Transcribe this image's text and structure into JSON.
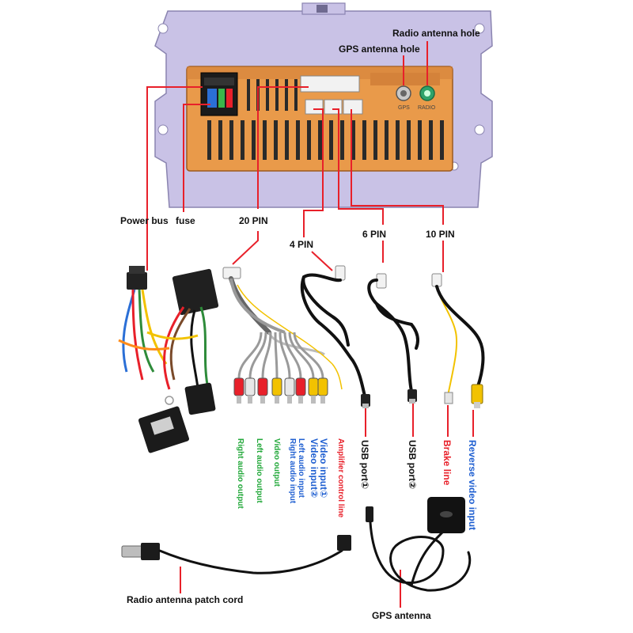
{
  "colors": {
    "leader": "#e8202a",
    "housing": "#e99a4a",
    "bracket": "#c9c2e6",
    "green_text": "#22a83a",
    "blue_text": "#1f5fd1",
    "red_text": "#e8202a"
  },
  "head_unit": {
    "radio_antenna_hole": "Radio antenna hole",
    "gps_antenna_hole": "GPS antenna hole",
    "port_gps": "GPS",
    "port_radio": "RADIO"
  },
  "ports": {
    "power_bus": "Power bus",
    "fuse": "fuse",
    "pin20": "20 PIN",
    "pin4": "4 PIN",
    "pin6": "6 PIN",
    "pin10": "10 PIN"
  },
  "harness_labels": {
    "right_audio_output": "Right audio output",
    "left_audio_output": "Left audio output",
    "video_output": "Video output",
    "right_audio_input": "Right audio input",
    "left_audio_input": "Left audio input",
    "video_input_2": "Video input②",
    "video_input_1": "Video input①",
    "amplifier_control_line": "Amplifier control line"
  },
  "cable_labels": {
    "usb_port_1": "USB port①",
    "usb_port_2": "USB port②",
    "brake_line": "Brake line",
    "reverse_video_input": "Reverse video input"
  },
  "antenna_labels": {
    "radio_antenna_patch_cord": "Radio antenna patch cord",
    "gps_antenna": "GPS antenna"
  }
}
